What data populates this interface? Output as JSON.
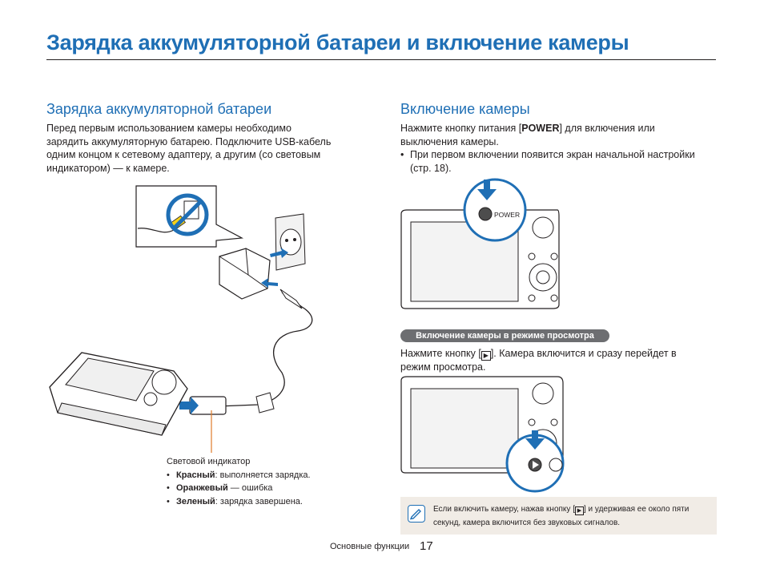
{
  "header": {
    "title": "Зарядка аккумуляторной батареи и включение камеры"
  },
  "charging": {
    "heading": "Зарядка аккумуляторной батареи",
    "paragraph": [
      "Перед первым использованием камеры необходимо",
      "зарядить аккумуляторную батарею. Подключите USB-кабель",
      "одним концом к сетевому адаптеру, а другим (со световым",
      "индикатором) — к камере."
    ],
    "indicator": {
      "title": "Световой индикатор",
      "items": [
        {
          "term": "Красный",
          "sep": ":",
          "desc": "выполняется зарядка."
        },
        {
          "term": "Оранжевый",
          "sep": " —",
          "desc": "ошибка"
        },
        {
          "term": "Зеленый",
          "sep": ":",
          "desc": "зарядка завершена."
        }
      ]
    }
  },
  "power_on": {
    "heading": "Включение камеры",
    "line1_pre": "Нажмите кнопку питания [",
    "line1_key": "POWER",
    "line1_post": "] для включения или",
    "line2": "выключения камеры.",
    "bullet_line1": "При первом включении появится экран начальной настройки",
    "bullet_line2": "(стр. 18).",
    "callout_label": "POWER"
  },
  "playback": {
    "badge": "Включение камеры в режиме просмотра",
    "line1_pre": "Нажмите кнопку [",
    "line1_post": "]. Камера включится и сразу перейдет в",
    "line2": "режим просмотра."
  },
  "note": {
    "line1_pre": "Если включить камеру, нажав кнопку [",
    "line1_post": "] и удерживая ее около пяти",
    "line2": "секунд, камера включится без звуковых сигналов."
  },
  "footer": {
    "section": "Основные функции",
    "page": "17"
  },
  "colors": {
    "accent": "#1f6fb5",
    "indicator_line": "#e07b2a"
  }
}
